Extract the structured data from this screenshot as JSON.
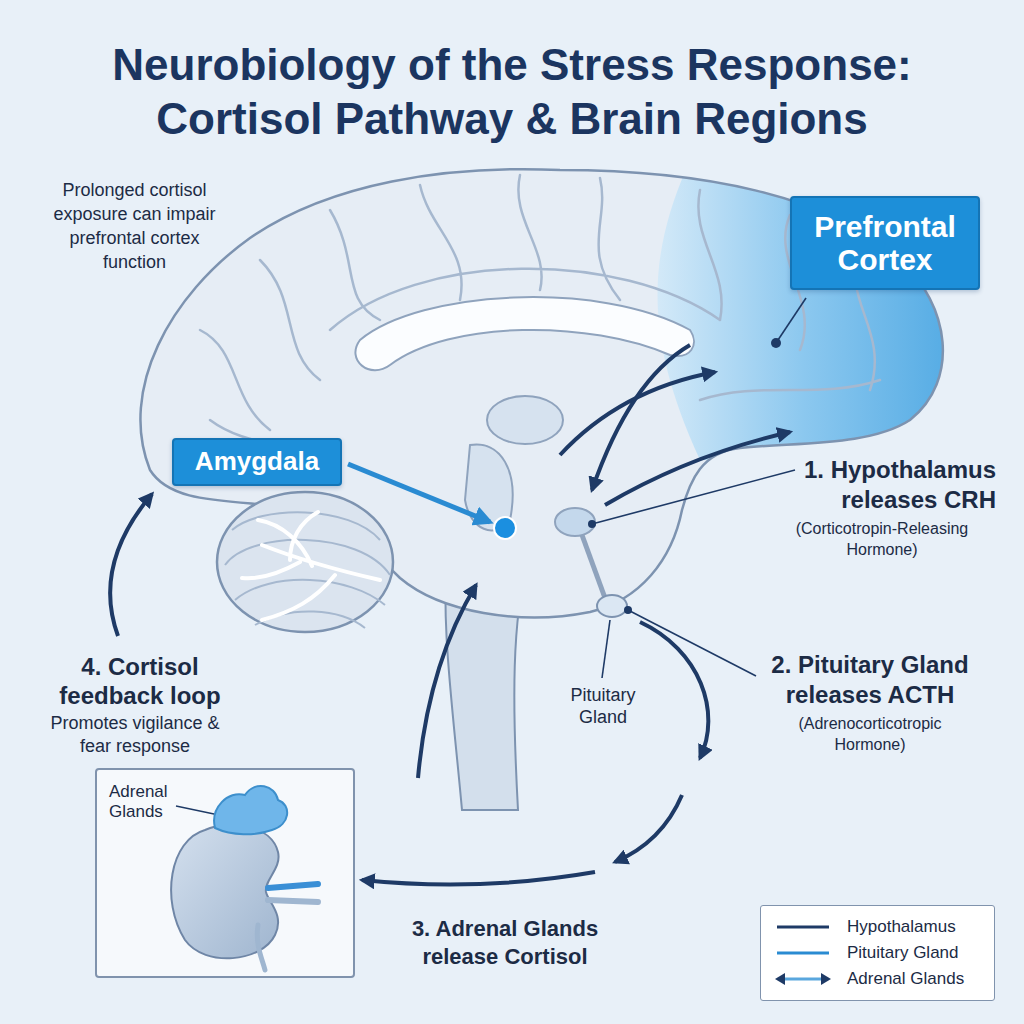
{
  "diagram": {
    "title": "Neurobiology of the Stress Response: Cortisol Pathway & Brain Regions",
    "nodes": [
      {
        "text": [
          "Prefrontal Cortex"
        ]
      },
      {
        "text": [
          "Amygdala"
        ]
      },
      {
        "text": [
          "Adrenal Glands"
        ]
      }
    ],
    "labels": [
      "Prolonged cortisol exposure can impair prefrontal cortex function",
      "1. Hypothalamus releases CRH",
      "(Corticotropin-Releasing Hormone)",
      "2. Pituitary Gland releases ACTH",
      "(Adrenocorticotropic Hormone)",
      "Pituitary Gland",
      "3. Adrenal Glands release Cortisol",
      "4. Cortisol feedback loop",
      "Promotes vigilance & fear response"
    ],
    "legend": [
      {
        "text": "Hypothalamus"
      },
      {
        "text": "Pituitary Gland"
      },
      {
        "text": "Adrenal Glands"
      }
    ]
  }
}
